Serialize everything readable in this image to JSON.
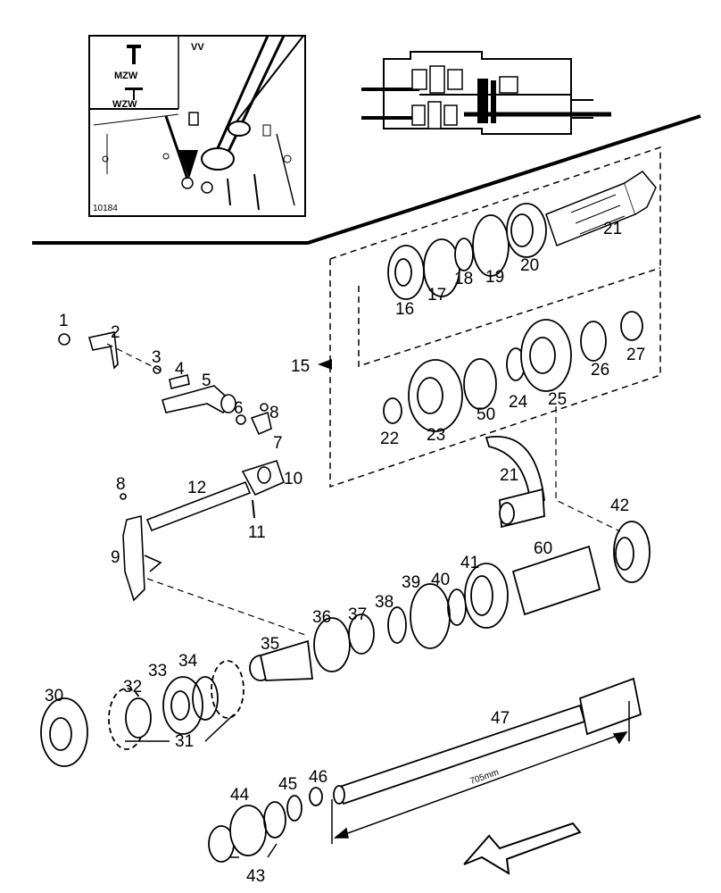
{
  "inset": {
    "mzw": "MZW",
    "wzw": "WZW",
    "code": "10184",
    "mark": "VV"
  },
  "dimension": {
    "text": "705mm"
  },
  "callouts": {
    "c1": "1",
    "c2": "2",
    "c3": "3",
    "c4": "4",
    "c5": "5",
    "c6": "6",
    "c7": "7",
    "c8a": "8",
    "c8b": "8",
    "c9": "9",
    "c10": "10",
    "c11": "11",
    "c12": "12",
    "c15": "15",
    "c16": "16",
    "c17": "17",
    "c18": "18",
    "c19": "19",
    "c20": "20",
    "c21a": "21",
    "c21b": "21",
    "c22": "22",
    "c23": "23",
    "c24": "24",
    "c25": "25",
    "c26": "26",
    "c27": "27",
    "c30": "30",
    "c31": "31",
    "c32": "32",
    "c33": "33",
    "c34": "34",
    "c35": "35",
    "c36": "36",
    "c37": "37",
    "c38": "38",
    "c39": "39",
    "c40": "40",
    "c41": "41",
    "c42": "42",
    "c43": "43",
    "c44": "44",
    "c45": "45",
    "c46": "46",
    "c47": "47",
    "c50": "50",
    "c60": "60"
  },
  "colors": {
    "ink": "#000000",
    "paper": "#ffffff"
  }
}
